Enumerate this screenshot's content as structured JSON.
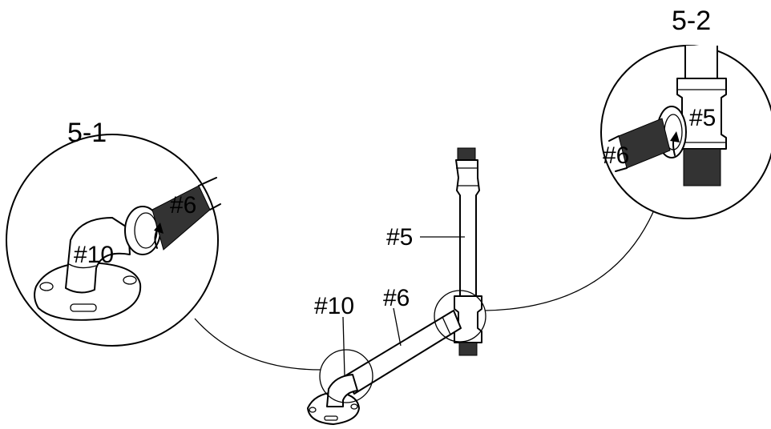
{
  "step_labels": {
    "left": "5-1",
    "right": "5-2"
  },
  "main_labels": {
    "pipe_upper": "#5",
    "pipe_lower": "#6",
    "flange": "#10"
  },
  "detail_left_labels": {
    "pipe": "#6",
    "flange": "#10"
  },
  "detail_right_labels": {
    "pipe_upper": "#5",
    "pipe_side": "#6"
  }
}
